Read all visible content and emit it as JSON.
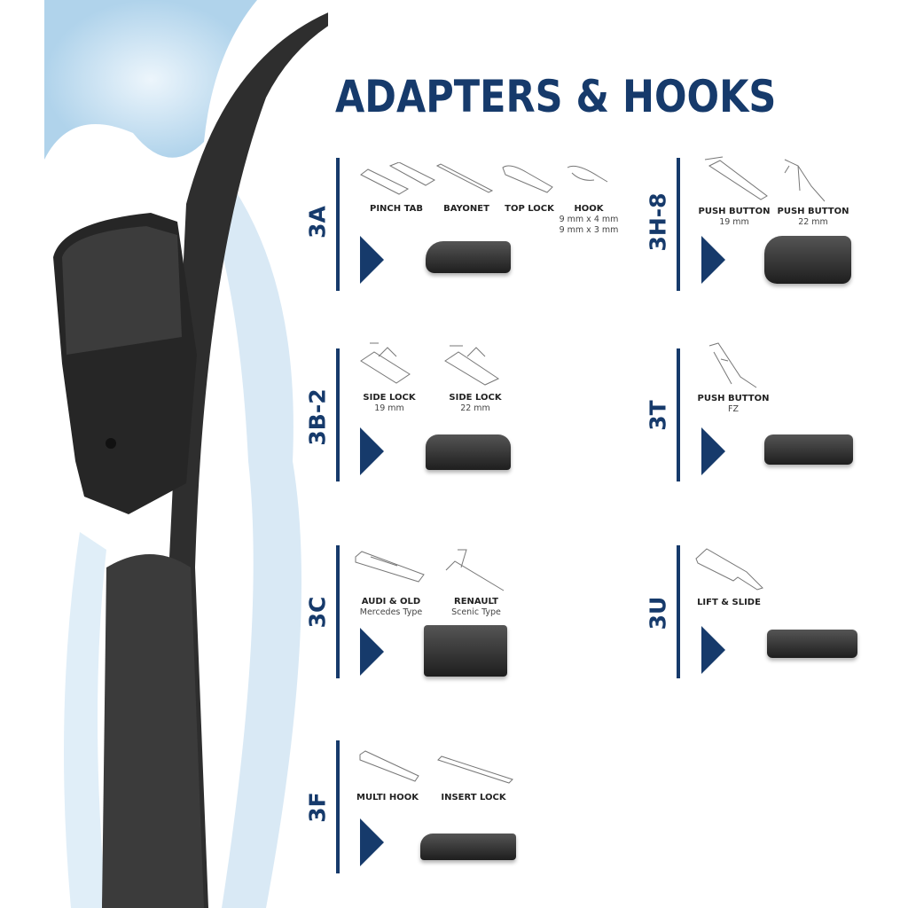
{
  "title": "ADAPTERS & HOOKS",
  "sections": [
    {
      "code": "3A",
      "options": [
        {
          "label": "PINCH TAB"
        },
        {
          "label": "BAYONET"
        },
        {
          "label": "TOP LOCK"
        },
        {
          "label": "HOOK",
          "sub": [
            "9 mm x 4 mm",
            "9 mm x 3 mm"
          ]
        }
      ]
    },
    {
      "code": "3B-2",
      "options": [
        {
          "label": "SIDE LOCK",
          "sub": [
            "19 mm"
          ]
        },
        {
          "label": "SIDE LOCK",
          "sub": [
            "22 mm"
          ]
        }
      ]
    },
    {
      "code": "3C",
      "options": [
        {
          "label": "AUDI & OLD",
          "sub": [
            "Mercedes Type"
          ]
        },
        {
          "label": "RENAULT",
          "sub": [
            "Scenic Type"
          ]
        }
      ]
    },
    {
      "code": "3F",
      "options": [
        {
          "label": "MULTI HOOK"
        },
        {
          "label": "INSERT LOCK"
        }
      ]
    },
    {
      "code": "3H-8",
      "options": [
        {
          "label": "PUSH BUTTON",
          "sub": [
            "19 mm"
          ]
        },
        {
          "label": "PUSH BUTTON",
          "sub": [
            "22 mm"
          ]
        }
      ]
    },
    {
      "code": "3T",
      "options": [
        {
          "label": "PUSH BUTTON",
          "sub": [
            "FZ"
          ]
        }
      ]
    },
    {
      "code": "3U",
      "options": [
        {
          "label": "LIFT & SLIDE"
        }
      ]
    }
  ],
  "colors": {
    "brand": "#163a6b"
  }
}
